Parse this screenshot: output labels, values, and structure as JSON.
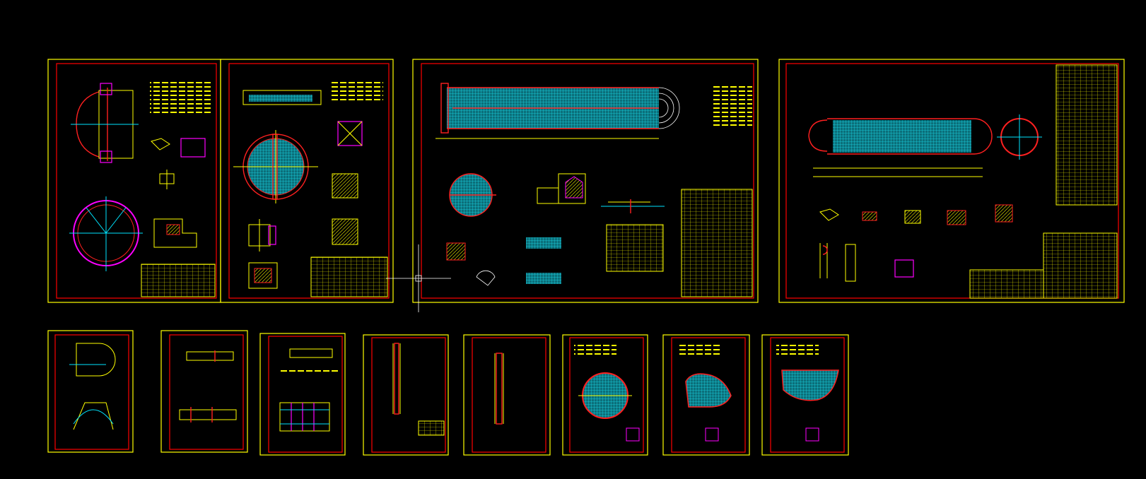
{
  "app": {
    "view": "model-space",
    "background_color": "#000000"
  },
  "colors": {
    "border": "#ffff00",
    "frame": "#ff0000",
    "hatch": "#00e5ff",
    "shell": "#ff2020",
    "detail": "#ff00ff",
    "cursor": "#ffffff"
  },
  "sheets": {
    "top_row": [
      {
        "id": "sheet-1",
        "kind": "head-detail"
      },
      {
        "id": "sheet-2",
        "kind": "tubesheet"
      },
      {
        "id": "sheet-3",
        "kind": "bundle-assembly"
      },
      {
        "id": "sheet-4",
        "kind": "general-assembly"
      }
    ],
    "bottom_row": [
      {
        "id": "sheet-5",
        "kind": "part"
      },
      {
        "id": "sheet-6",
        "kind": "part"
      },
      {
        "id": "sheet-7",
        "kind": "part"
      },
      {
        "id": "sheet-8",
        "kind": "part"
      },
      {
        "id": "sheet-9",
        "kind": "part"
      },
      {
        "id": "sheet-10",
        "kind": "baffle"
      },
      {
        "id": "sheet-11",
        "kind": "baffle"
      },
      {
        "id": "sheet-12",
        "kind": "baffle"
      }
    ]
  },
  "cursor": {
    "icon": "crosshair-cursor-icon"
  }
}
